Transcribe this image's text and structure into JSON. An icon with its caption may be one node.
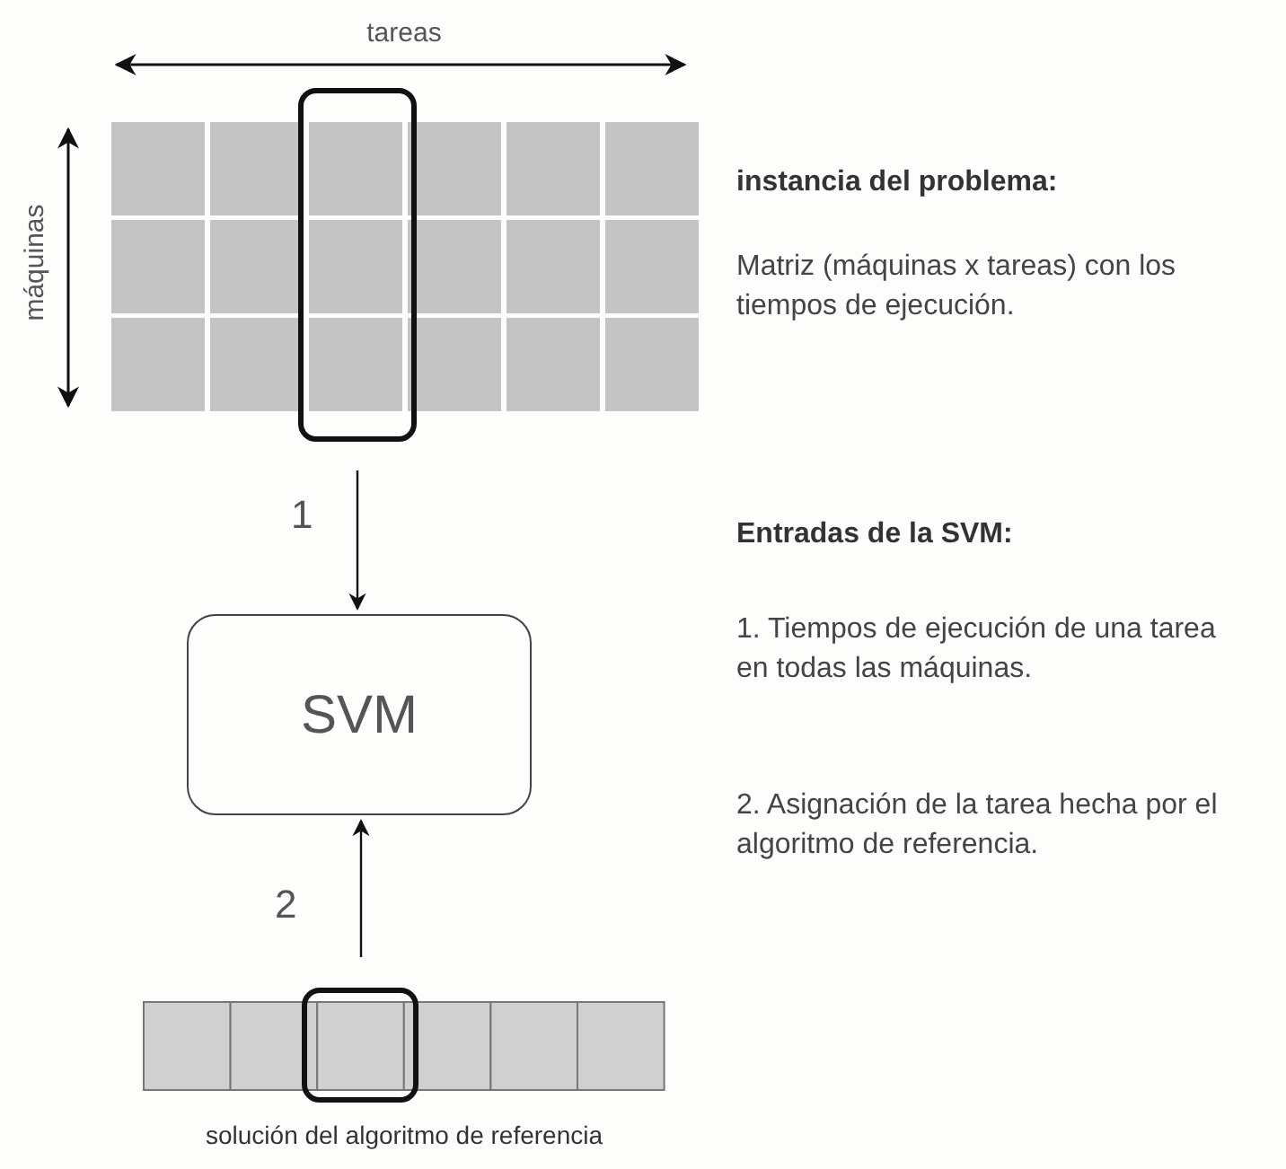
{
  "diagram": {
    "nodes": [
      {
        "text": [],
        "shape": "box"
      },
      {
        "text": [
          "SVM"
        ]
      },
      {
        "text": [],
        "shape": "box"
      }
    ],
    "edges": [
      {
        "from": 0,
        "to": 1,
        "arrow": "to",
        "label": "1"
      },
      {
        "from": 2,
        "to": 1,
        "arrow": "to",
        "label": "2"
      }
    ],
    "labels": [
      "tareas",
      "máquinas",
      "instancia del problema:",
      "Matriz (máquinas x tareas) con los tiempos de ejecución.",
      "Entradas de la SVM:",
      "1. Tiempos de ejecución de una tarea en todas las máquinas.",
      "2. Asignación de la tarea hecha por el algoritmo de referencia.",
      "solución del algoritmo de referencia"
    ]
  }
}
